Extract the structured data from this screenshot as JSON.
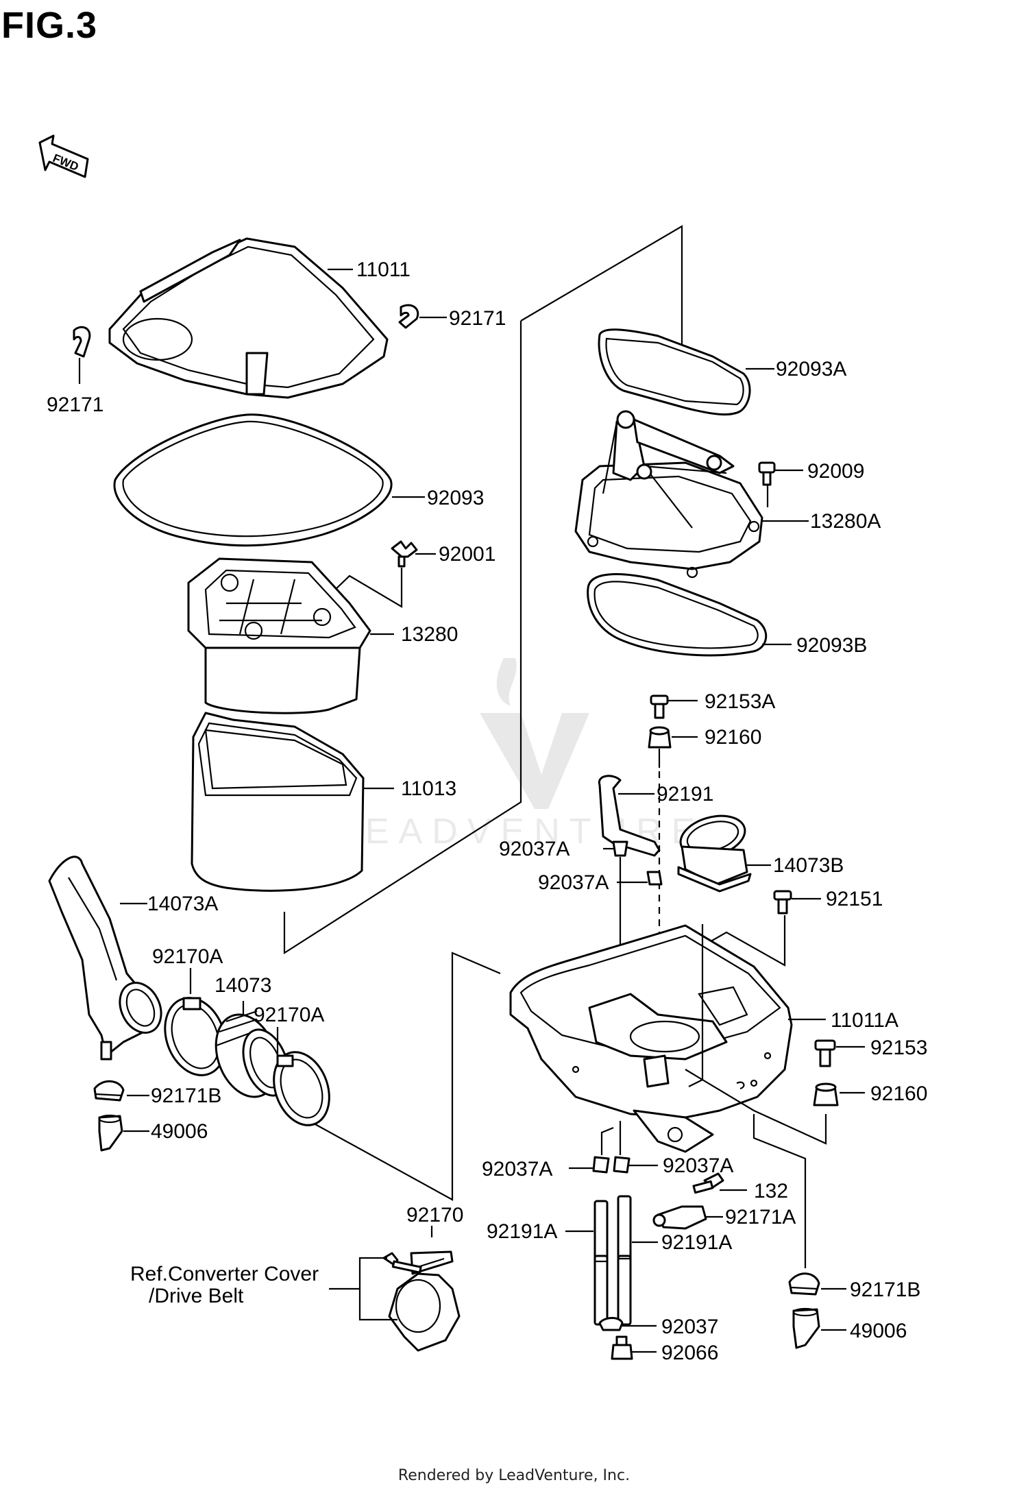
{
  "figure": {
    "title": "FIG.3",
    "footer": "Rendered by LeadVenture, Inc.",
    "fwd_label": "FWD",
    "watermark": "LEADVENTURE"
  },
  "labels": {
    "p11011": "11011",
    "p92171_top": "92171",
    "p92171_left": "92171",
    "p92093": "92093",
    "p92001": "92001",
    "p13280": "13280",
    "p11013": "11013",
    "p14073A": "14073A",
    "p92170A_1": "92170A",
    "p14073": "14073",
    "p92170A_2": "92170A",
    "p92171B_left": "92171B",
    "p49006_left": "49006",
    "p92093A": "92093A",
    "p92009": "92009",
    "p13280A": "13280A",
    "p92093B": "92093B",
    "p92153A": "92153A",
    "p92160_top": "92160",
    "p92191": "92191",
    "p92037A_1": "92037A",
    "p14073B": "14073B",
    "p92037A_2": "92037A",
    "p92151": "92151",
    "p11011A": "11011A",
    "p92153": "92153",
    "p92160_bot": "92160",
    "p92037A_3": "92037A",
    "p92037A_4": "92037A",
    "p132": "132",
    "p92171A": "92171A",
    "p92191A_1": "92191A",
    "p92191A_2": "92191A",
    "p92170": "92170",
    "p92171B_right": "92171B",
    "p49006_right": "49006",
    "p92037": "92037",
    "p92066": "92066",
    "ref_line1": "Ref.Converter Cover",
    "ref_line2": "/Drive Belt"
  }
}
